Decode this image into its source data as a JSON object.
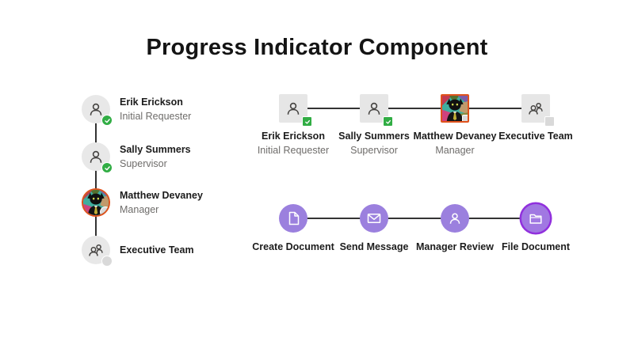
{
  "page": {
    "title": "Progress Indicator Component"
  },
  "colors": {
    "accent_purple": "#9B80DE",
    "current_ring_purple": "#9130DD",
    "success_green": "#31AD44",
    "pending_gray": "#D9D9D9",
    "avatar_gray": "#E8E8E8",
    "connector": "#333333",
    "photo_border_orange": "#E0521C"
  },
  "icons": [
    "person-icon",
    "people-icon",
    "check-icon",
    "document-icon",
    "envelope-icon",
    "folder-icon"
  ],
  "vertical_indicator": {
    "items": [
      {
        "name": "Erik Erickson",
        "role": "Initial Requester",
        "status": "complete",
        "avatar": "person-icon"
      },
      {
        "name": "Sally Summers",
        "role": "Supervisor",
        "status": "complete",
        "avatar": "person-icon"
      },
      {
        "name": "Matthew Devaney",
        "role": "Manager",
        "status": "pending",
        "avatar": "cat-photo"
      },
      {
        "name": "Executive Team",
        "role": "",
        "status": "pending",
        "avatar": "people-icon"
      }
    ]
  },
  "horizontal_people_indicator": {
    "items": [
      {
        "name": "Erik Erickson",
        "role": "Initial Requester",
        "status": "complete",
        "avatar": "person-icon"
      },
      {
        "name": "Sally Summers",
        "role": "Supervisor",
        "status": "complete",
        "avatar": "person-icon"
      },
      {
        "name": "Matthew Devaney",
        "role": "Manager",
        "status": "pending",
        "avatar": "cat-photo"
      },
      {
        "name": "Executive Team",
        "role": "",
        "status": "pending",
        "avatar": "people-icon"
      }
    ]
  },
  "horizontal_steps_indicator": {
    "items": [
      {
        "label": "Create Document",
        "icon": "document-icon",
        "status": "default"
      },
      {
        "label": "Send Message",
        "icon": "envelope-icon",
        "status": "default"
      },
      {
        "label": "Manager Review",
        "icon": "person-icon",
        "status": "default"
      },
      {
        "label": "File Document",
        "icon": "folder-icon",
        "status": "current"
      }
    ]
  }
}
